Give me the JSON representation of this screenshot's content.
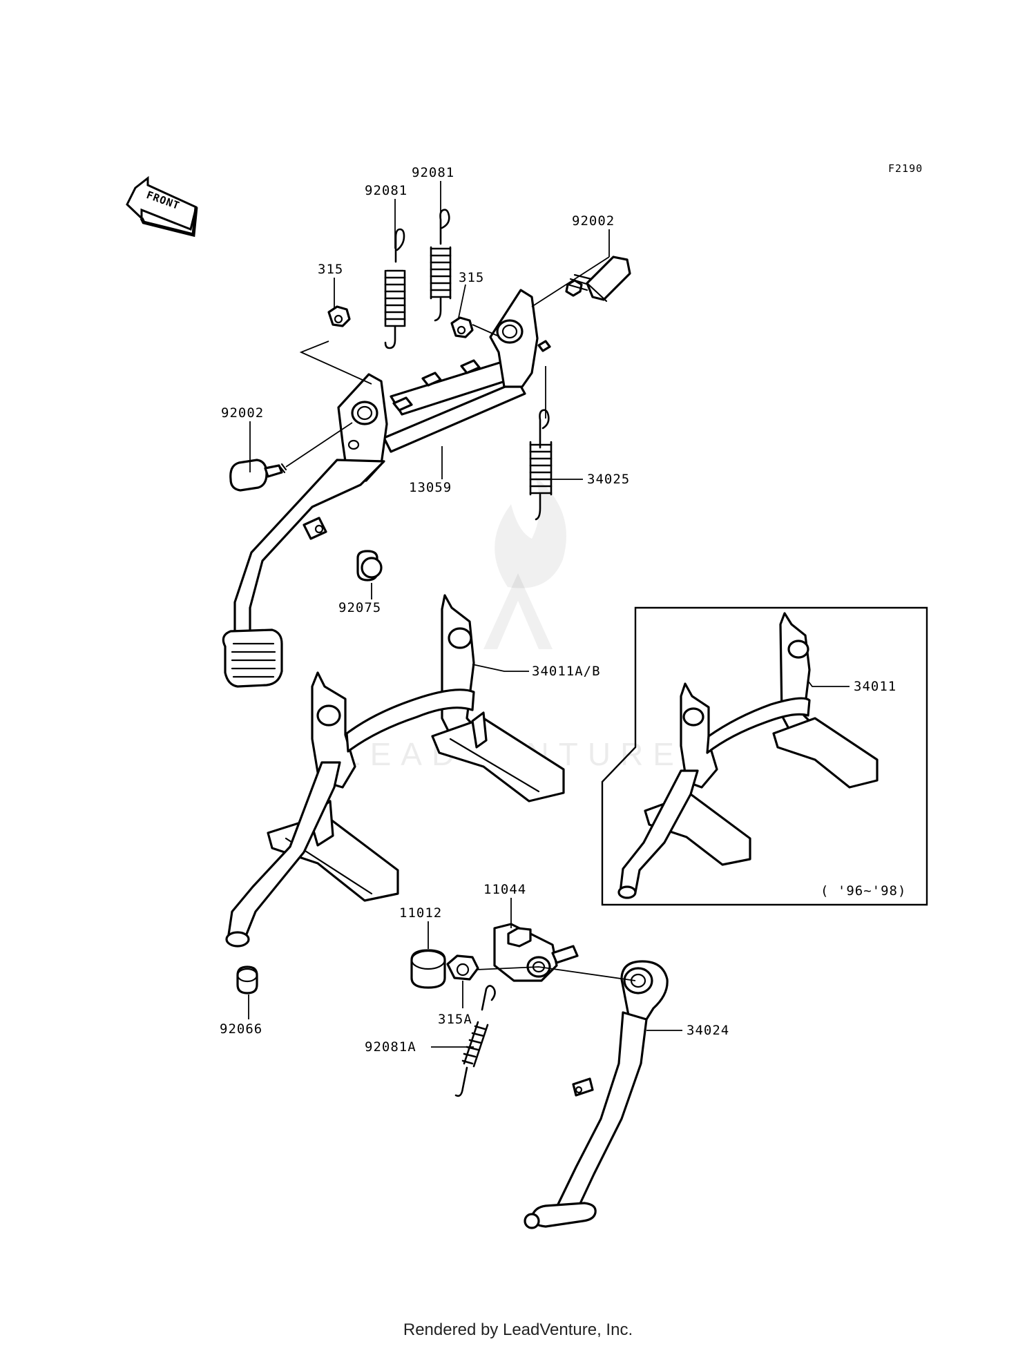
{
  "diagram": {
    "figure_code": "F2190",
    "front_indicator": "FRONT",
    "parts": {
      "p92081_a": "92081",
      "p92081_b": "92081",
      "p92002_top": "92002",
      "p315_left": "315",
      "p315_right": "315",
      "p92002_left": "92002",
      "p13059": "13059",
      "p34025": "34025",
      "p92075": "92075",
      "p34011ab": "34011A/B",
      "p34011": "34011",
      "p11044": "11044",
      "p11012": "11012",
      "p92066": "92066",
      "p315a": "315A",
      "p92081a": "92081A",
      "p34024": "34024"
    },
    "inset_note": "( '96~'98)",
    "watermark": "LEADVENTURE"
  },
  "footer": {
    "rendered_by": "Rendered by LeadVenture, Inc."
  }
}
